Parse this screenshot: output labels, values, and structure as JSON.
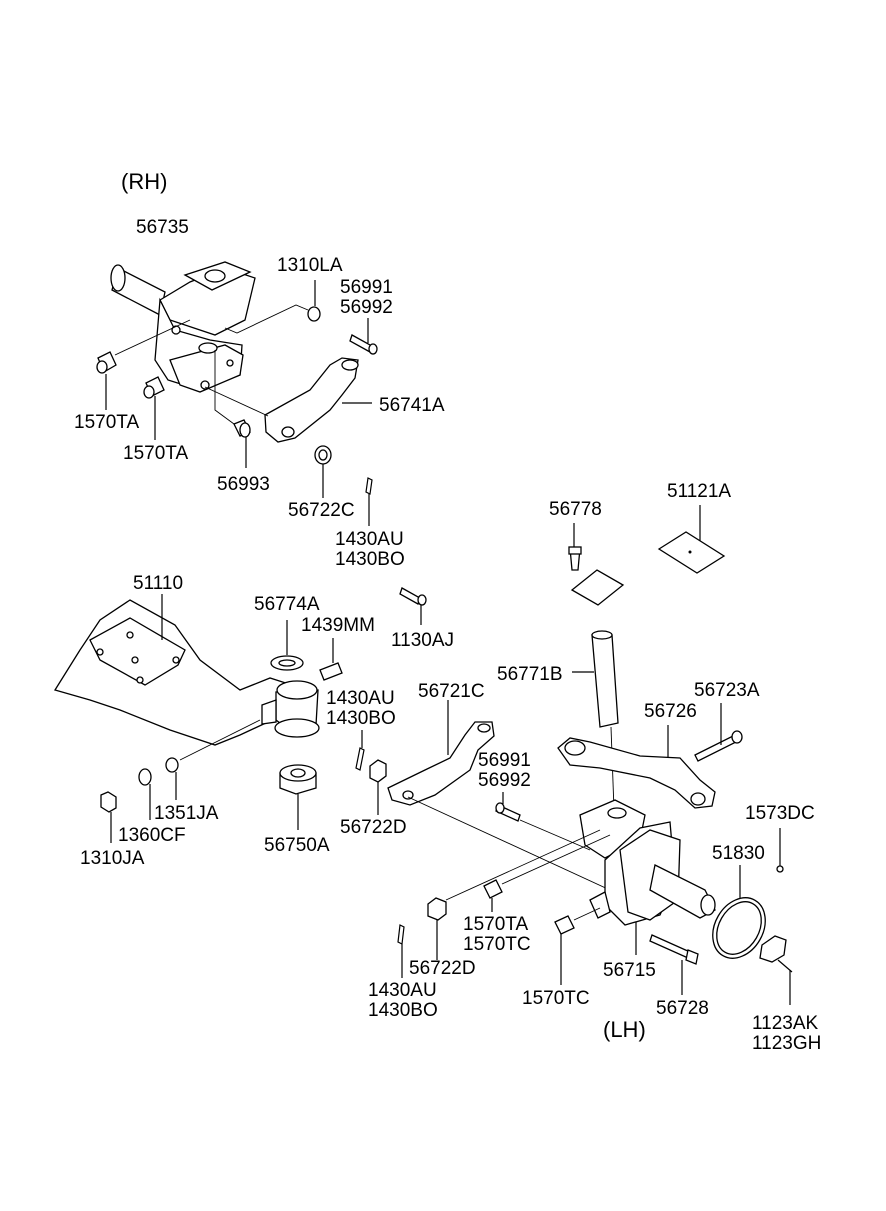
{
  "diagram": {
    "title": "Front Axle / Steering Knuckle Parts Diagram",
    "sections": [
      {
        "id": "rh",
        "label": "(RH)"
      },
      {
        "id": "lh",
        "label": "(LH)"
      }
    ],
    "labels": {
      "rh": "(RH)",
      "lh": "(LH)",
      "p56735": "56735",
      "p1310LA": "1310LA",
      "p56991_a": "56991",
      "p56992_a": "56992",
      "p1570TA_a": "1570TA",
      "p1570TA_b": "1570TA",
      "p56741A": "56741A",
      "p56993": "56993",
      "p56722C": "56722C",
      "p1430AU_a": "1430AU",
      "p1430BO_a": "1430BO",
      "p56778": "56778",
      "p51121A": "51121A",
      "p51110": "51110",
      "p56774A": "56774A",
      "p1439MM": "1439MM",
      "p1130AJ": "1130AJ",
      "p1430AU_b": "1430AU",
      "p1430BO_b": "1430BO",
      "p56721C": "56721C",
      "p56771B": "56771B",
      "p56723A": "56723A",
      "p56726": "56726",
      "p56991_b": "56991",
      "p56992_b": "56992",
      "p1351JA": "1351JA",
      "p1360CF": "1360CF",
      "p1310JA": "1310JA",
      "p56750A": "56750A",
      "p56722D_a": "56722D",
      "p1573DC": "1573DC",
      "p51830": "51830",
      "p1570TA_c": "1570TA",
      "p1570TC_a": "1570TC",
      "p56722D_b": "56722D",
      "p1430AU_c": "1430AU",
      "p1430BO_c": "1430BO",
      "p1570TC_b": "1570TC",
      "p56715": "56715",
      "p56728": "56728",
      "p1123AK": "1123AK",
      "p1123GH": "1123GH"
    }
  }
}
